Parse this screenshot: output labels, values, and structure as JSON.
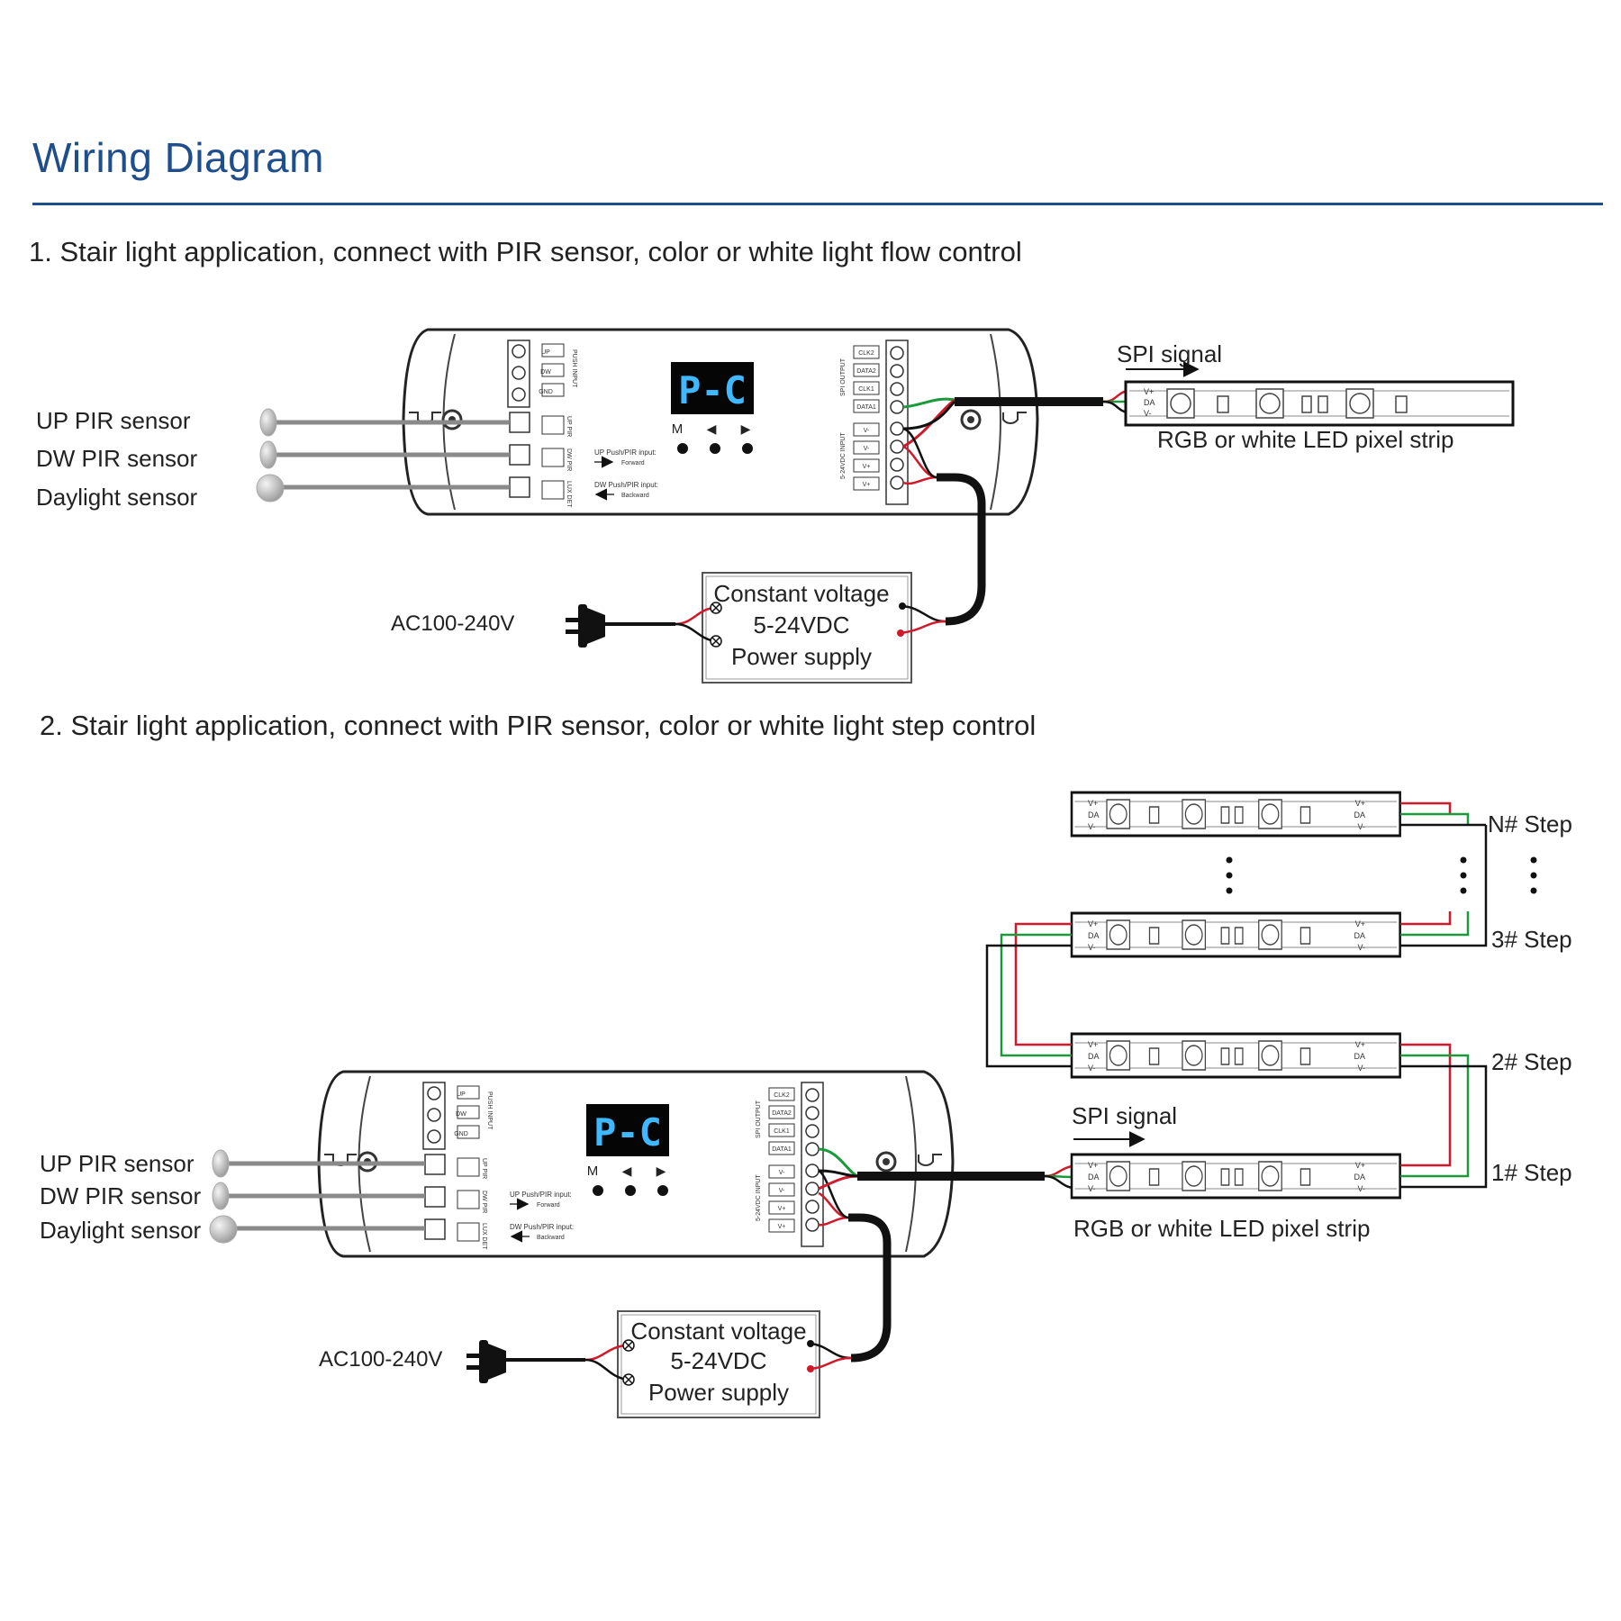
{
  "title": "Wiring Diagram",
  "section1": {
    "heading": "1. Stair light application, connect with PIR sensor, color or white light flow control",
    "sensors": [
      "UP PIR sensor",
      "DW PIR sensor",
      "Daylight sensor"
    ],
    "ac_label": "AC100-240V",
    "psu_lines": [
      "Constant voltage",
      "5-24VDC",
      "Power supply"
    ],
    "spi_label": "SPI signal",
    "strip_label": "RGB or white LED pixel strip"
  },
  "section2": {
    "heading": "2. Stair light application, connect with PIR sensor, color or white light step control",
    "sensors": [
      "UP PIR sensor",
      "DW PIR sensor",
      "Daylight sensor"
    ],
    "ac_label": "AC100-240V",
    "psu_lines": [
      "Constant voltage",
      "5-24VDC",
      "Power supply"
    ],
    "spi_label": "SPI signal",
    "strip_label": "RGB or white LED pixel strip",
    "steps": [
      "N# Step",
      "3# Step",
      "2# Step",
      "1# Step"
    ]
  },
  "controller": {
    "display": "P-C",
    "buttons": [
      "M",
      "◀",
      "▶"
    ],
    "push_labels": [
      "UP",
      "DW",
      "GND"
    ],
    "push_group": "PUSH INPUT",
    "sensor_terminals": [
      "UP PIR",
      "DW PIR",
      "LUX DET"
    ],
    "up_input": "UP Push/PIR input:",
    "forward": "Forward",
    "dw_input": "DW Push/PIR input:",
    "backward": "Backward",
    "spi_pins": [
      "CLK2",
      "DATA2",
      "CLK1",
      "DATA1"
    ],
    "spi_group": "SPI OUTPUT",
    "power_pins": [
      "V-",
      "V-",
      "V+",
      "V+"
    ],
    "power_group": "5-24VDC INPUT"
  },
  "strip_pins": [
    "V+",
    "DA",
    "V-"
  ],
  "colors": {
    "title": "#1f4e8c",
    "red_wire": "#d0192b",
    "green_wire": "#1a9a3a",
    "display_bg": "#050505",
    "display_text": "#3fb8ff"
  }
}
